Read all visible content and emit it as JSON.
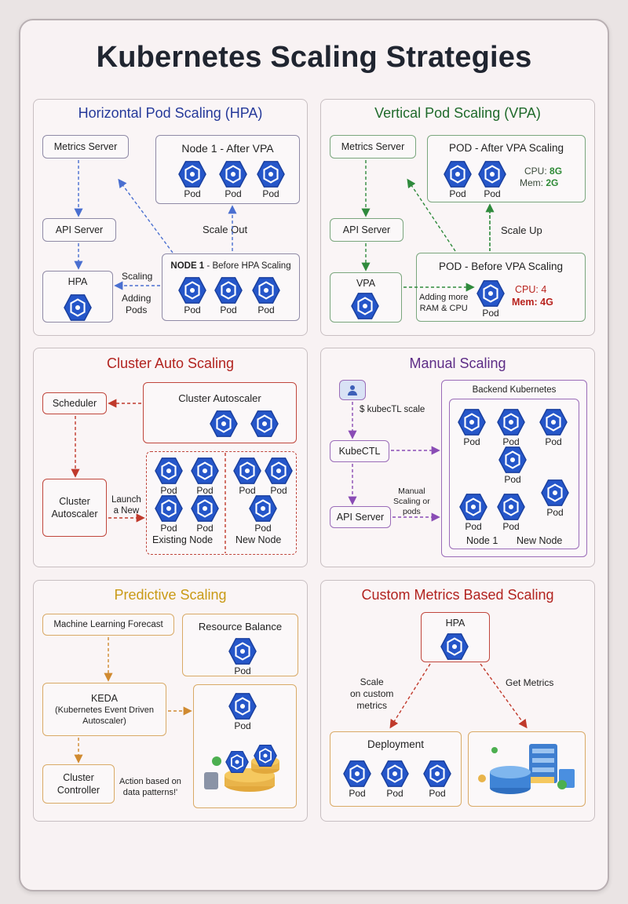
{
  "title": "Kubernetes Scaling Strategies",
  "colors": {
    "hpa": "#25399a",
    "vpa": "#1f6a2b",
    "cluster": "#b2231f",
    "manual": "#5d2c86",
    "predictive": "#c99a16",
    "custom": "#b2231f",
    "pod": "#2556c9"
  },
  "pod_label": "Pod",
  "hpa": {
    "title": "Horizontal Pod Scaling (HPA)",
    "metrics_server": "Metrics Server",
    "api_server": "API Server",
    "hpa": "HPA",
    "node_after": "Node 1 - After VPA",
    "scale_out": "Scale Out",
    "node_before_bold": "NODE 1",
    "node_before_rest": " - Before HPA Scaling",
    "scaling": "Scaling",
    "adding_pods": "Adding\nPods"
  },
  "vpa": {
    "title": "Vertical Pod Scaling (VPA)",
    "metrics_server": "Metrics Server",
    "api_server": "API Server",
    "vpa": "VPA",
    "pod_after": "POD - After VPA Scaling",
    "after_cpu_key": "CPU: ",
    "after_cpu_val": "8G",
    "after_mem_key": "Mem: ",
    "after_mem_val": "2G",
    "scale_up": "Scale Up",
    "pod_before": "POD - Before VPA Scaling",
    "before_cpu": "CPU: 4",
    "before_mem": "Mem: 4G",
    "adding_more": "Adding more\nRAM & CPU"
  },
  "cluster": {
    "title": "Cluster Auto Scaling",
    "scheduler": "Scheduler",
    "autoscaler_top": "Cluster Autoscaler",
    "autoscaler_left": "Cluster\nAutoscaler",
    "launch": "Launch\na New",
    "existing_node": "Existing Node",
    "new_node": "New Node"
  },
  "manual": {
    "title": "Manual Scaling",
    "command": "$ kubecTL scale",
    "kubectl": "KubeCTL",
    "api_server": "API Server",
    "manual_text": "Manual\nScaling or\npods",
    "backend": "Backend Kubernetes",
    "node1": "Node 1",
    "new_node": "New Node"
  },
  "predictive": {
    "title": "Predictive Scaling",
    "ml_forecast": "Machine Learning Forecast",
    "resource_balance": "Resource Balance",
    "keda_title": "KEDA",
    "keda_sub": "(Kubernetes Event Driven\nAutoscaler)",
    "cluster_controller": "Cluster\nController",
    "action": "Action based on\ndata patterns!'"
  },
  "custom": {
    "title": "Custom Metrics Based Scaling",
    "hpa": "HPA",
    "scale_custom": "Scale\non custom\nmetrics",
    "get_metrics": "Get Metrics",
    "deployment": "Deployment"
  }
}
